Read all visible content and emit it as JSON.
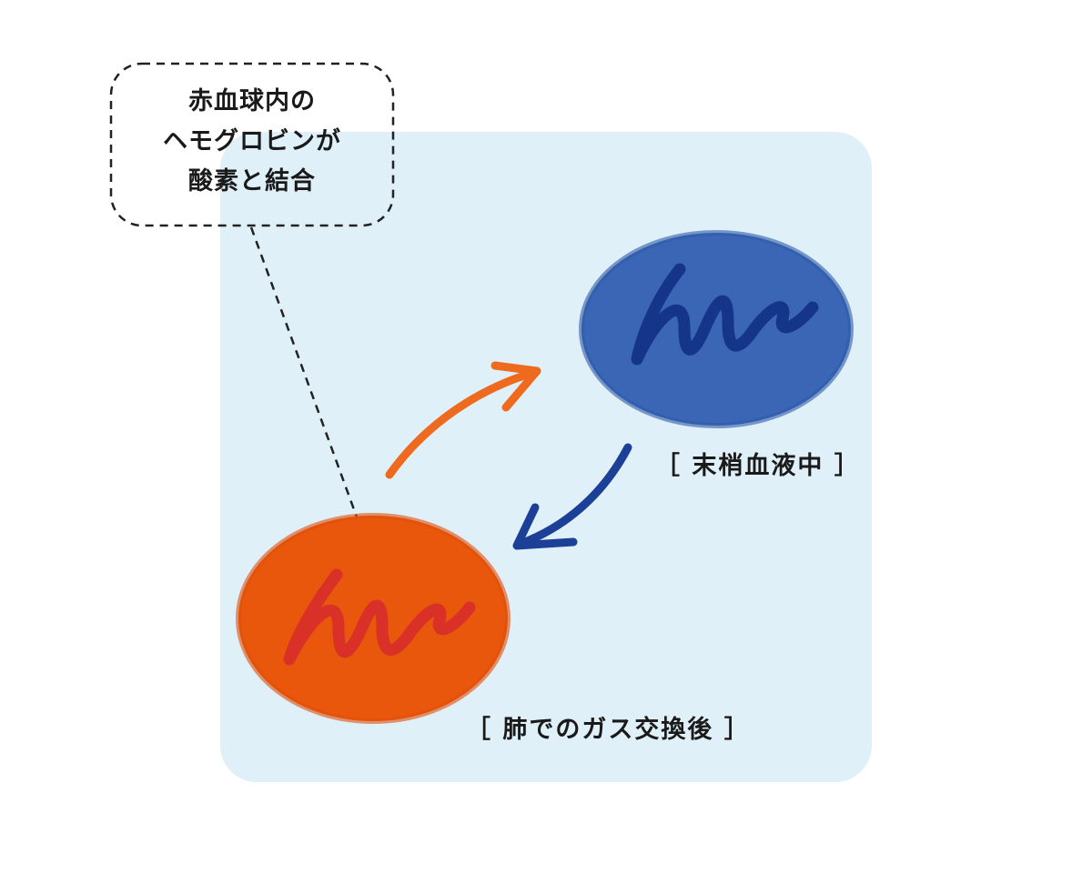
{
  "callout": {
    "lines": [
      "赤血球内の",
      "ヘモグロビンが",
      "酸素と結合"
    ]
  },
  "labels": {
    "peripheral_blood": "［ 末梢血液中 ］",
    "after_gas_exchange": "［ 肺でのガス交換後 ］"
  },
  "colors": {
    "panel_bg": "#dff0f8",
    "oxygenated_cell": "#e8570c",
    "oxygenated_scribble": "#d93028",
    "deoxygenated_cell": "#3a66b5",
    "deoxygenated_scribble": "#15358a",
    "orange_arrow": "#ee6a1e",
    "blue_arrow": "#1c3f98",
    "dashed_line": "#222222"
  },
  "icons": {
    "oxygenated": "oxygenated-red-blood-cell-icon",
    "deoxygenated": "deoxygenated-red-blood-cell-icon"
  }
}
